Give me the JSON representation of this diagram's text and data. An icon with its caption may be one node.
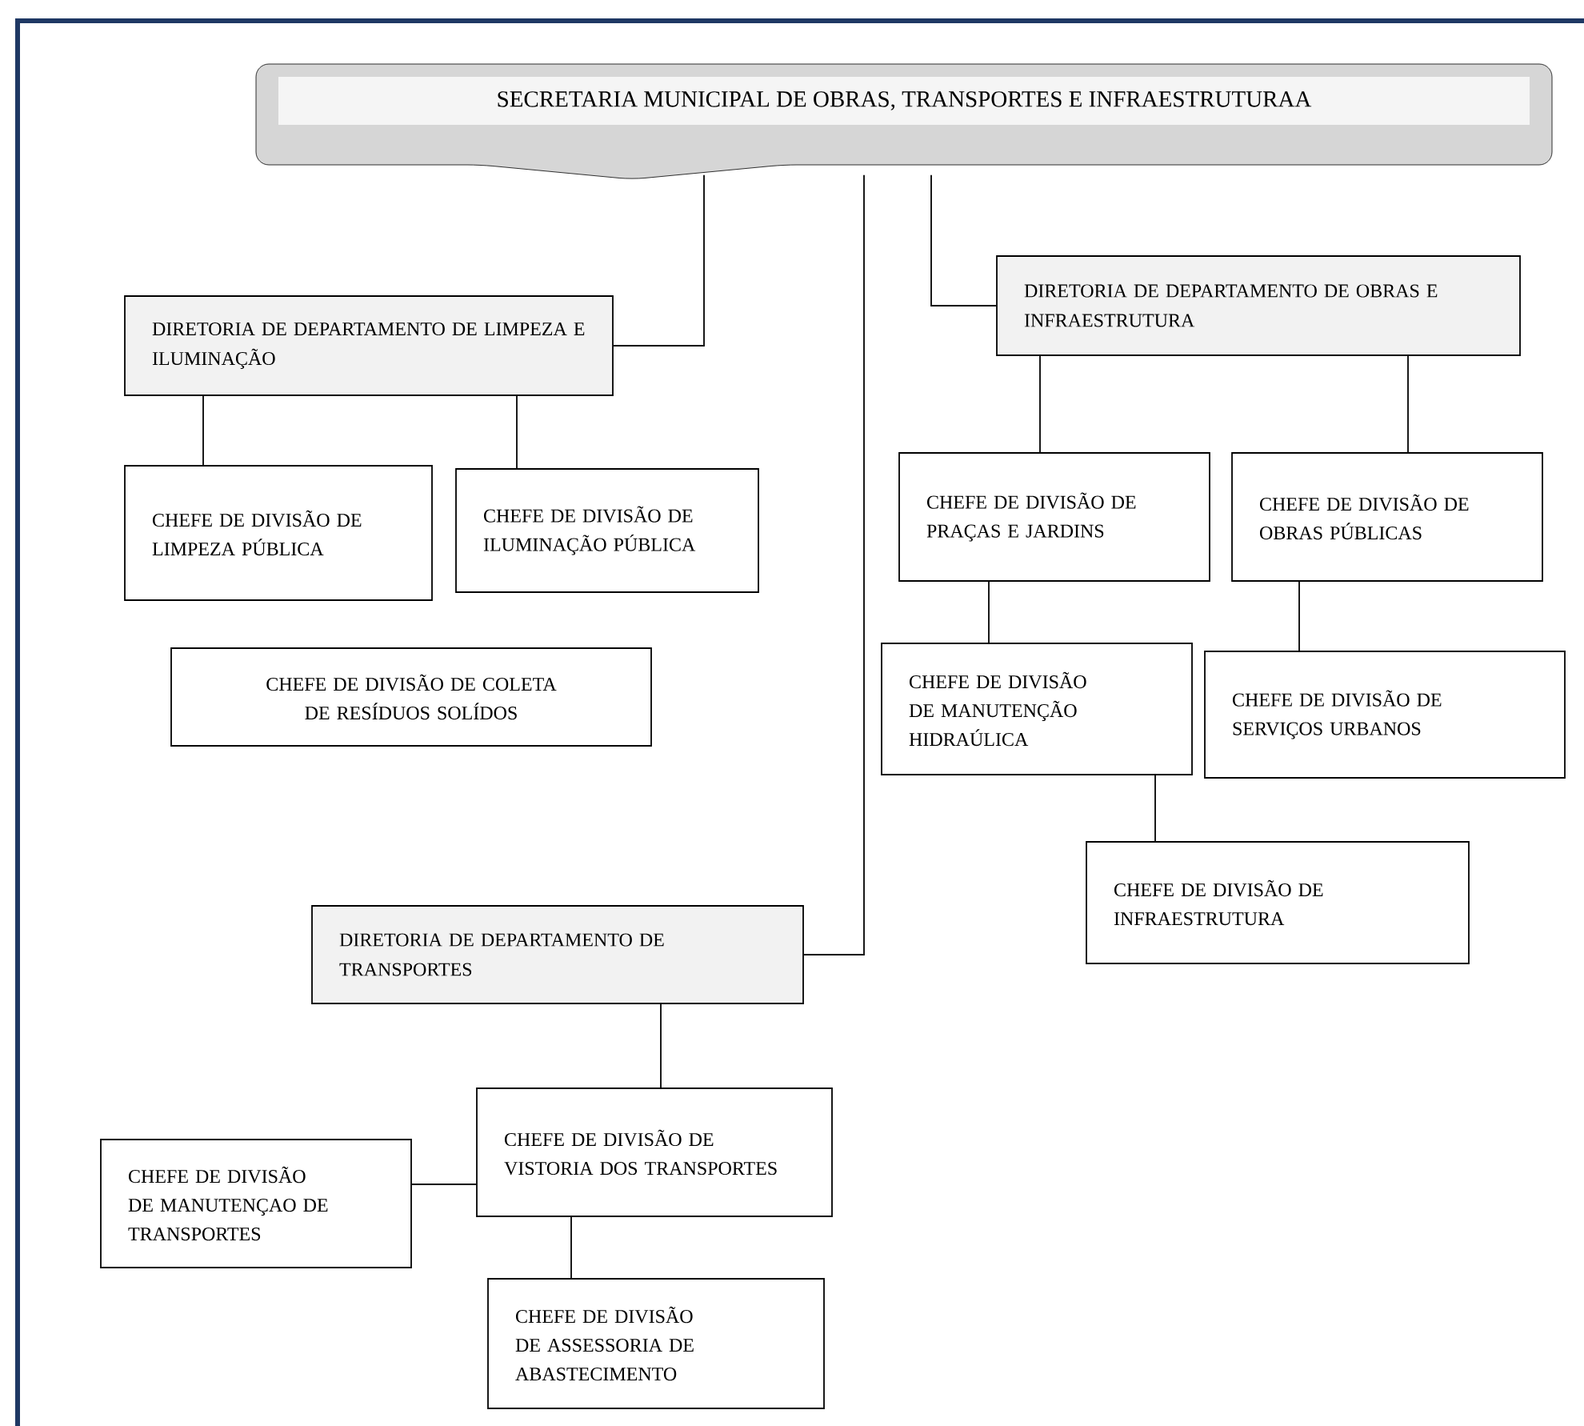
{
  "diagram": {
    "nodes": [
      {
        "text": [
          "SECRETARIA MUNICIPAL DE OBRAS, TRANSPORTES E INFRAESTRUTURAA"
        ]
      },
      {
        "text": [
          "DIRETORIA DE DEPARTAMENTO DE LIMPEZA E ILUMINAÇÃO"
        ]
      },
      {
        "text": [
          "DIRETORIA DE DEPARTAMENTO DE OBRAS E INFRAESTRUTURA"
        ]
      },
      {
        "text": [
          "CHEFE DE DIVISÃO DE LIMPEZA PÚBLICA"
        ]
      },
      {
        "text": [
          "CHEFE DE DIVISÃO DE ILUMINAÇÃO PÚBLICA"
        ]
      },
      {
        "text": [
          "CHEFE DE DIVISÃO DE COLETA DE RESÍDUOS SOLÍDOS"
        ]
      },
      {
        "text": [
          "CHEFE DE DIVISÃO DE PRAÇAS E JARDINS"
        ]
      },
      {
        "text": [
          "CHEFE DE DIVISÃO DE OBRAS PÚBLICAS"
        ]
      },
      {
        "text": [
          "CHEFE DE DIVISÃO DE MANUTENÇÃO HIDRAÚLICA"
        ]
      },
      {
        "text": [
          "CHEFE DE DIVISÃO DE SERVIÇOS URBANOS"
        ]
      },
      {
        "text": [
          "CHEFE DE DIVISÃO DE INFRAESTRUTURA"
        ]
      },
      {
        "text": [
          "DIRETORIA DE DEPARTAMENTO DE TRANSPORTES"
        ]
      },
      {
        "text": [
          "CHEFE DE DIVISÃO DE VISTORIA DOS TRANSPORTES"
        ]
      },
      {
        "text": [
          "CHEFE DE DIVISÃO DE MANUTENÇAO DE TRANSPORTES"
        ]
      },
      {
        "text": [
          "CHEFE DE DIVISÃO DE ASSESSORIA DE ABASTECIMENTO"
        ]
      }
    ],
    "edges": [
      {
        "from": 0,
        "to": 1,
        "arrow": "none"
      },
      {
        "from": 0,
        "to": 11,
        "arrow": "none"
      },
      {
        "from": 0,
        "to": 2,
        "arrow": "none"
      },
      {
        "from": 1,
        "to": 3,
        "arrow": "none"
      },
      {
        "from": 1,
        "to": 4,
        "arrow": "none"
      },
      {
        "from": 2,
        "to": 6,
        "arrow": "none"
      },
      {
        "from": 2,
        "to": 7,
        "arrow": "none"
      },
      {
        "from": 6,
        "to": 8,
        "arrow": "none"
      },
      {
        "from": 7,
        "to": 9,
        "arrow": "none"
      },
      {
        "from": 8,
        "to": 10,
        "arrow": "none"
      },
      {
        "from": 11,
        "to": 12,
        "arrow": "none"
      },
      {
        "from": 12,
        "to": 13,
        "arrow": "none"
      },
      {
        "from": 12,
        "to": 14,
        "arrow": "none"
      }
    ]
  }
}
